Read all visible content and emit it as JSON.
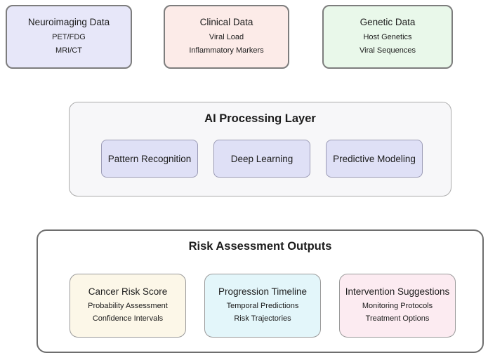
{
  "diagram": {
    "inputs": [
      {
        "title": "Neuroimaging Data",
        "items": [
          "PET/FDG",
          "MRI/CT"
        ],
        "bg": "#e7e7f9"
      },
      {
        "title": "Clinical Data",
        "items": [
          "Viral Load",
          "Inflammatory Markers"
        ],
        "bg": "#fcebe8"
      },
      {
        "title": "Genetic Data",
        "items": [
          "Host Genetics",
          "Viral Sequences"
        ],
        "bg": "#e9f8ea"
      }
    ],
    "processing": {
      "title": "AI Processing Layer",
      "bg": "#f7f7f9",
      "module_bg": "#dfe0f6",
      "modules": [
        {
          "label": "Pattern Recognition"
        },
        {
          "label": "Deep Learning"
        },
        {
          "label": "Predictive Modeling"
        }
      ]
    },
    "outputs": {
      "title": "Risk Assessment Outputs",
      "bg": "#ffffff",
      "cards": [
        {
          "title": "Cancer Risk Score",
          "items": [
            "Probability Assessment",
            "Confidence Intervals"
          ],
          "bg": "#fcf7e8"
        },
        {
          "title": "Progression Timeline",
          "items": [
            "Temporal Predictions",
            "Risk Trajectories"
          ],
          "bg": "#e3f6fa"
        },
        {
          "title": "Intervention Suggestions",
          "items": [
            "Monitoring Protocols",
            "Treatment Options"
          ],
          "bg": "#fcebf1"
        }
      ]
    }
  }
}
